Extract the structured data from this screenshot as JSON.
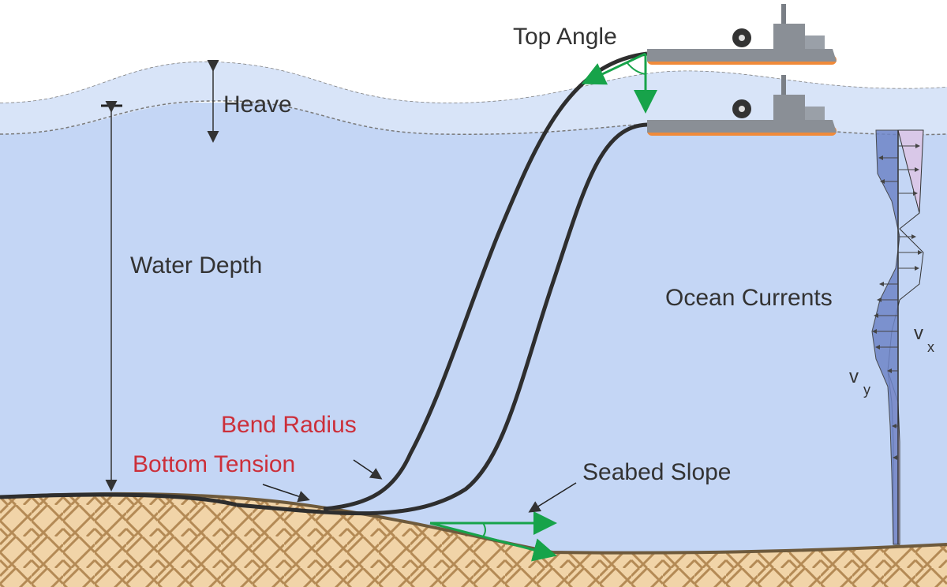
{
  "labels": {
    "heave": "Heave",
    "top_angle": "Top Angle",
    "water_depth": "Water Depth",
    "ocean_currents": "Ocean Currents",
    "bend_radius": "Bend Radius",
    "bottom_tension": "Bottom Tension",
    "seabed_slope": "Seabed Slope",
    "vx_main": "v",
    "vx_sub": "x",
    "vy_main": "v",
    "vy_sub": "y"
  },
  "colors": {
    "sky": "#ffffff",
    "water": "#c4d6f5",
    "water_surface_band": "#d8e4f8",
    "seabed": "#f1d4a8",
    "seabed_pattern": "#b48a55",
    "cable": "#2e2e2e",
    "green_arrow": "#17a34a",
    "red_label": "#cc2f3a",
    "text": "#333333",
    "vessel_hull": "#8a8f96",
    "vessel_fender": "#f08a3a",
    "current_vx": "#6f86c8",
    "current_vy": "#d9c8e8"
  },
  "icons": [
    "vessel-icon",
    "reel-icon",
    "direction-arrow-icon"
  ]
}
